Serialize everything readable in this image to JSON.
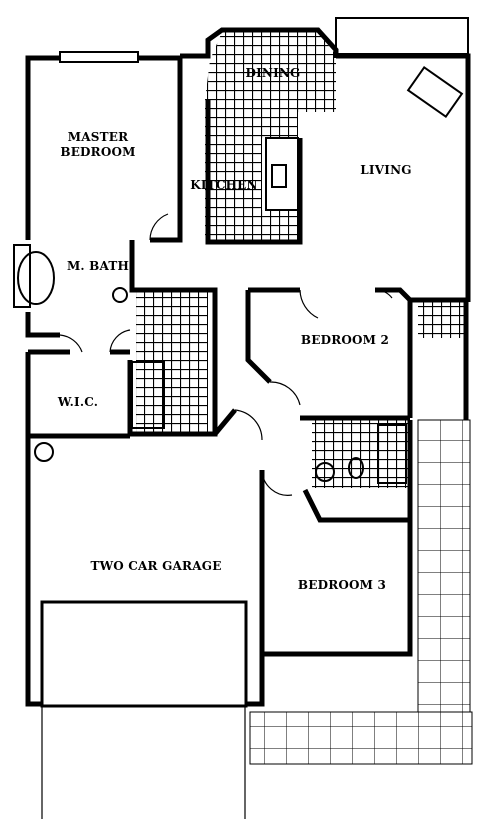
{
  "plan": {
    "rooms": [
      {
        "id": "dining",
        "label_lines": [
          "DINING"
        ]
      },
      {
        "id": "master-bedroom",
        "label_lines": [
          "MASTER",
          "BEDROOM"
        ]
      },
      {
        "id": "kitchen",
        "label_lines": [
          "KITCHEN"
        ]
      },
      {
        "id": "living",
        "label_lines": [
          "LIVING"
        ]
      },
      {
        "id": "master-bath",
        "label_lines": [
          "M. BATH"
        ]
      },
      {
        "id": "bedroom-2",
        "label_lines": [
          "BEDROOM 2"
        ]
      },
      {
        "id": "walk-in-closet",
        "label_lines": [
          "W.I.C."
        ]
      },
      {
        "id": "garage",
        "label_lines": [
          "TWO CAR GARAGE"
        ]
      },
      {
        "id": "bedroom-3",
        "label_lines": [
          "BEDROOM 3"
        ]
      }
    ]
  }
}
